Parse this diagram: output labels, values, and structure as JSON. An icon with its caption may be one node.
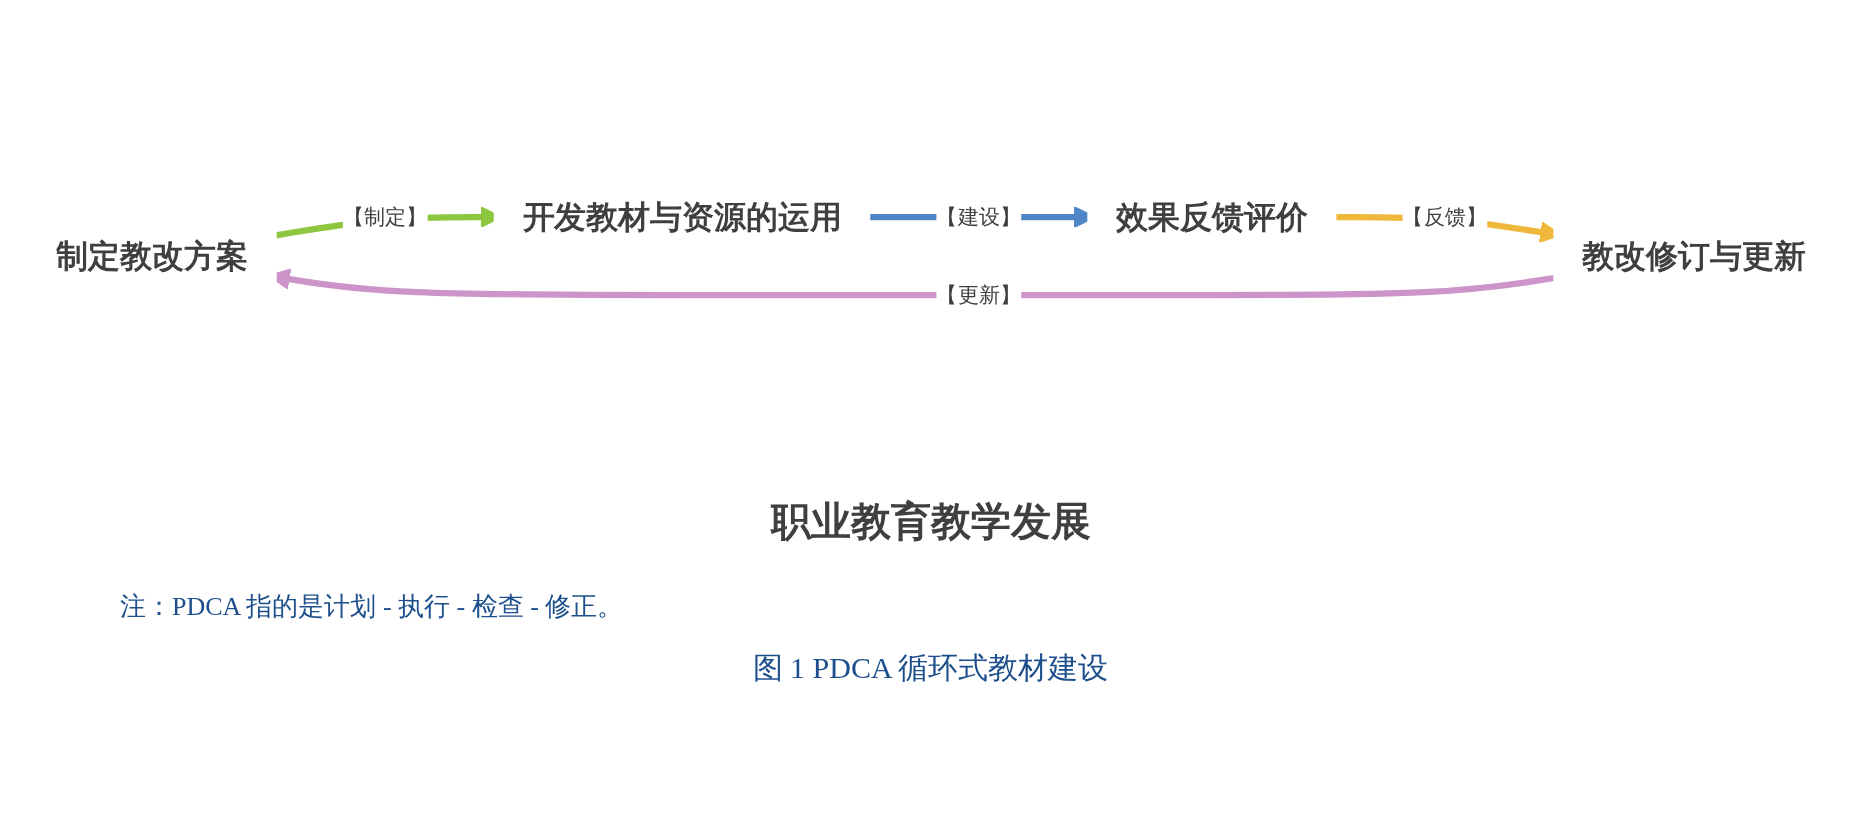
{
  "diagram": {
    "caption": "图 1 PDCA 循环式教材建设",
    "nodes": [
      {
        "text": [
          "制定教改方案"
        ]
      },
      {
        "text": [
          "开发教材与资源的运用"
        ]
      },
      {
        "text": [
          "效果反馈评价"
        ]
      },
      {
        "text": [
          "教改修订与更新"
        ]
      }
    ],
    "edges": [
      {
        "from": 0,
        "to": 1,
        "arrow": "to",
        "label": "【制定】",
        "color": "#8dc63f"
      },
      {
        "from": 1,
        "to": 2,
        "arrow": "to",
        "label": "【建设】",
        "color": "#4f86c6"
      },
      {
        "from": 2,
        "to": 3,
        "arrow": "to",
        "label": "【反馈】",
        "color": "#f0b83a"
      },
      {
        "from": 3,
        "to": 0,
        "arrow": "to",
        "label": "【更新】",
        "color": "#cc94c8"
      }
    ],
    "labels": [
      "职业教育教学发展",
      "注：PDCA 指的是计划 - 执行 - 检查 - 修正。"
    ]
  }
}
